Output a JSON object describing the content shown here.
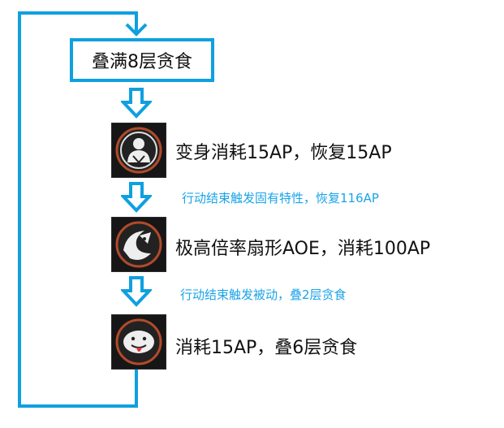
{
  "diagram": {
    "start": "叠满8层贪食",
    "steps": [
      {
        "icon": "hooded-figure-icon",
        "label": "变身消耗15AP，恢复15AP"
      },
      {
        "icon": "swirl-beast-icon",
        "label": "极高倍率扇形AOE，消耗100AP"
      },
      {
        "icon": "creature-tongue-icon",
        "label": "消耗15AP，叠6层贪食"
      }
    ],
    "notes": [
      "行动结束触发固有特性，恢复116AP",
      "行动结束触发被动，叠2层贪食"
    ],
    "colors": {
      "accent": "#0fa0e0",
      "note": "#1aa3e8",
      "icon_bg": "#161616",
      "icon_ring": "#b24a2a"
    }
  }
}
